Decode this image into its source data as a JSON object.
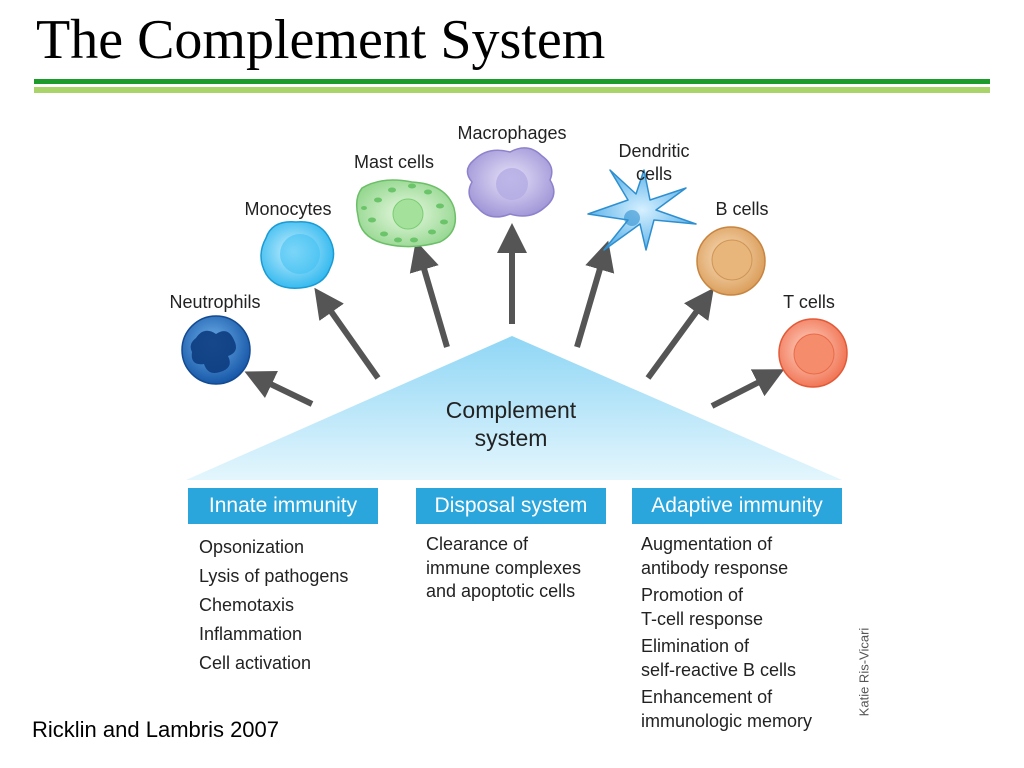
{
  "slide": {
    "title": "The Complement System"
  },
  "diagram": {
    "center": {
      "line1": "Complement",
      "line2": "system"
    },
    "cells": {
      "neutrophils": "Neutrophils",
      "monocytes": "Monocytes",
      "mast_cells": "Mast cells",
      "macrophages": "Macrophages",
      "dendritic_line1": "Dendritic",
      "dendritic_line2": "cells",
      "b_cells": "B cells",
      "t_cells": "T cells"
    },
    "columns": [
      {
        "header": "Innate immunity",
        "items": [
          "Opsonization",
          "Lysis of pathogens",
          "Chemotaxis",
          "Inflammation",
          "Cell activation"
        ]
      },
      {
        "header": "Disposal system",
        "items": [
          "Clearance of",
          "immune complexes",
          "and apoptotic cells"
        ]
      },
      {
        "header": "Adaptive immunity",
        "items": [
          "Augmentation of\nantibody response",
          "Promotion of\nT-cell response",
          "Elimination of\nself-reactive B cells",
          "Enhancement of\nimmunologic memory"
        ]
      }
    ],
    "artist_credit": "Katie Ris-Vicari"
  },
  "citation": "Ricklin and Lambris 2007",
  "colors": {
    "title_rule_dark": "#1c9a2a",
    "title_rule_light": "#a8d46a",
    "box_blue": "#2aa6dd",
    "triangle_light": "#cfeefb",
    "arrow": "#555555"
  }
}
